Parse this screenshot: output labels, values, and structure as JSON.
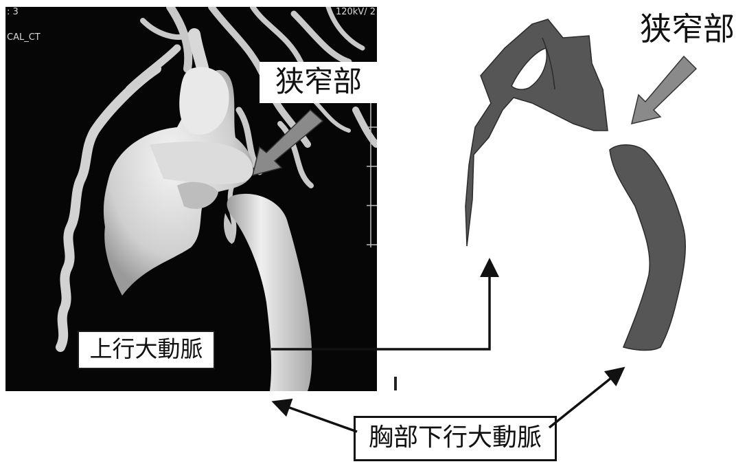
{
  "ct_image": {
    "corner_top_left": ": 3",
    "corner_top_left_2": "CAL_CT",
    "corner_top_right": "120kV/ 2"
  },
  "labels": {
    "stenosis_ct": "狭窄部",
    "stenosis_right": "狭窄部",
    "ascending_aorta": "上行大動脈",
    "descending_thoracic_aorta": "胸部下行大動脈"
  },
  "colors": {
    "segment_fill": "#565656",
    "arrow_gray": "#8a8a8a",
    "arrow_black": "#111111"
  }
}
